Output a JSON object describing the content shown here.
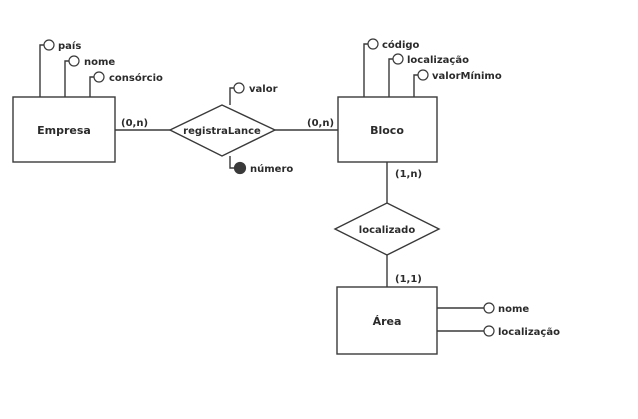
{
  "entities": {
    "empresa": "Empresa",
    "bloco": "Bloco",
    "area": "Área"
  },
  "relationships": {
    "registra_lance": "registraLance",
    "localizado": "localizado"
  },
  "attributes": {
    "empresa": [
      "país",
      "nome",
      "consórcio"
    ],
    "bloco": [
      "código",
      "localização",
      "valorMínimo"
    ],
    "registra_lance": [
      "valor",
      "número"
    ],
    "area": [
      "nome",
      "localização"
    ]
  },
  "cardinalities": {
    "empresa_registra": "(0,n)",
    "bloco_registra": "(0,n)",
    "bloco_localizado": "(1,n)",
    "area_localizado": "(1,1)"
  },
  "key_attributes": [
    "número"
  ]
}
